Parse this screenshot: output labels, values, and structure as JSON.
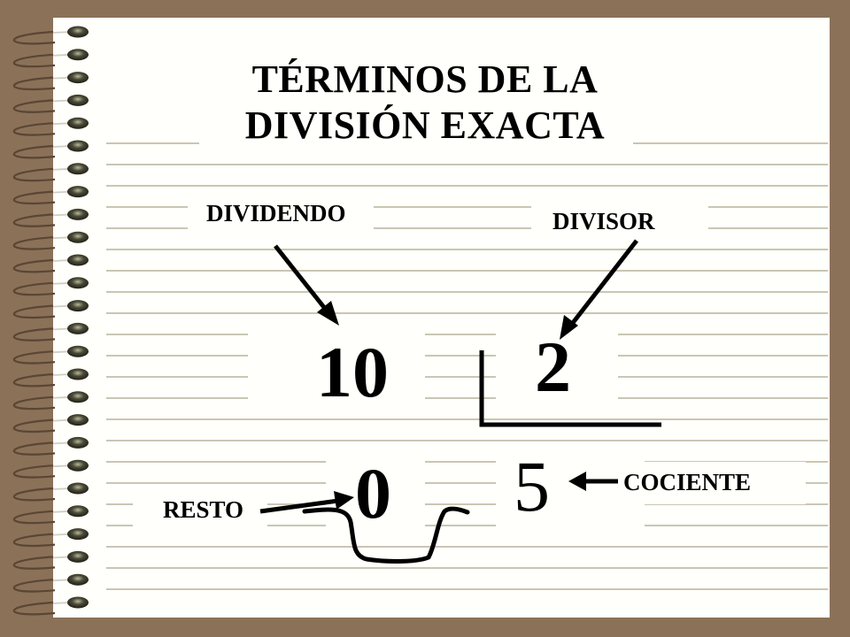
{
  "slide": {
    "title_line1": "TÉRMINOS DE LA",
    "title_line2": "DIVISIÓN EXACTA"
  },
  "labels": {
    "dividend": "DIVIDENDO",
    "divisor": "DIVISOR",
    "remainder": "RESTO",
    "quotient": "COCIENTE"
  },
  "division": {
    "dividend_value": "10",
    "divisor_value": "2",
    "remainder_value": "0",
    "quotient_value": "5"
  },
  "colors": {
    "background": "#8b7158",
    "paper": "#fffffb",
    "ruled_line": "#b8b49c",
    "ink": "#000000"
  }
}
